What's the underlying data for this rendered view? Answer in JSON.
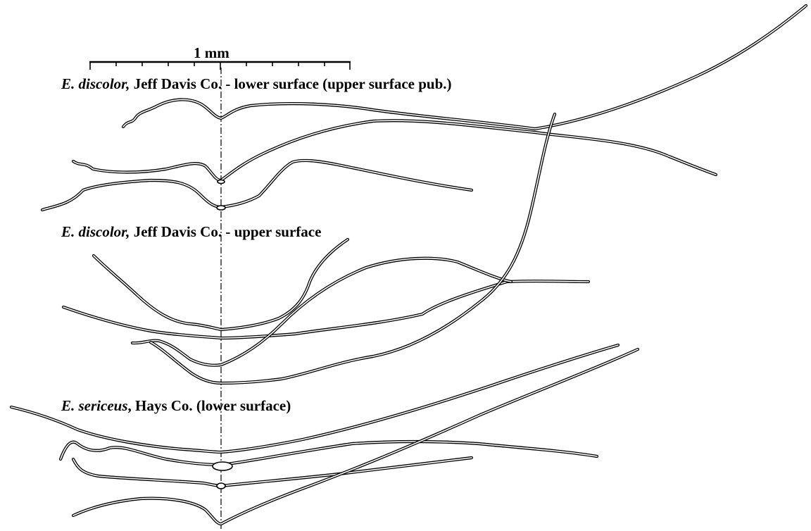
{
  "scale_bar": {
    "label": "1 mm"
  },
  "labels": [
    {
      "species": "E. discolor,",
      "rest": " Jeff Davis Co. - lower surface  (upper surface pub.)"
    },
    {
      "species": "E. discolor,",
      "rest": " Jeff Davis Co. - upper surface"
    },
    {
      "species": "E. sericeus",
      "rest": ", Hays Co. (lower surface)"
    }
  ]
}
